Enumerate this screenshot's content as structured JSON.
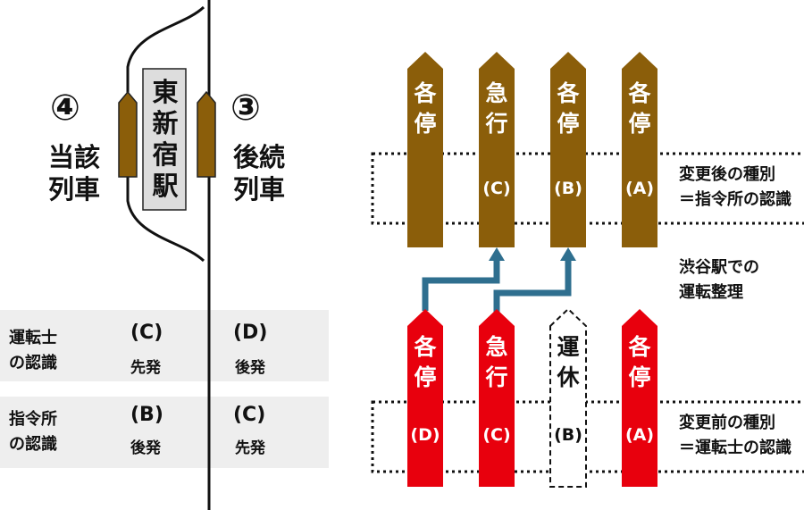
{
  "colors": {
    "after_train": "#8b5e0a",
    "before_train": "#e8000d",
    "arrow": "#2f6f8f",
    "panel": "#eeeeee",
    "track": "#111111"
  },
  "left": {
    "station_name": [
      "東",
      "新",
      "宿",
      "駅"
    ],
    "train_left": {
      "number": "④",
      "label": [
        "当該",
        "列車"
      ]
    },
    "train_right": {
      "number": "③",
      "label": [
        "後続",
        "列車"
      ]
    },
    "rows": [
      {
        "title": [
          "運転士",
          "の認識"
        ],
        "left_type": "(C)",
        "left_order": "先発",
        "right_type": "(D)",
        "right_order": "後発"
      },
      {
        "title": [
          "指令所",
          "の認識"
        ],
        "left_type": "(B)",
        "left_order": "後発",
        "right_type": "(C)",
        "right_order": "先発"
      }
    ]
  },
  "right": {
    "after_trains": [
      {
        "chars": [
          "各",
          "停"
        ],
        "letter": ""
      },
      {
        "chars": [
          "急",
          "行"
        ],
        "letter": "(C)"
      },
      {
        "chars": [
          "各",
          "停"
        ],
        "letter": "(B)"
      },
      {
        "chars": [
          "各",
          "停"
        ],
        "letter": "(A)"
      }
    ],
    "before_trains": [
      {
        "chars": [
          "各",
          "停"
        ],
        "letter": "(D)",
        "style": "solid"
      },
      {
        "chars": [
          "急",
          "行"
        ],
        "letter": "(C)",
        "style": "solid"
      },
      {
        "chars": [
          "運",
          "休"
        ],
        "letter": "(B)",
        "style": "dashed"
      },
      {
        "chars": [
          "各",
          "停"
        ],
        "letter": "(A)",
        "style": "solid"
      }
    ],
    "after_caption": [
      "変更後の種別",
      "＝指令所の認識"
    ],
    "middle_caption": [
      "渋谷駅での",
      "運転整理"
    ],
    "before_caption": [
      "変更前の種別",
      "＝運転士の認識"
    ]
  }
}
